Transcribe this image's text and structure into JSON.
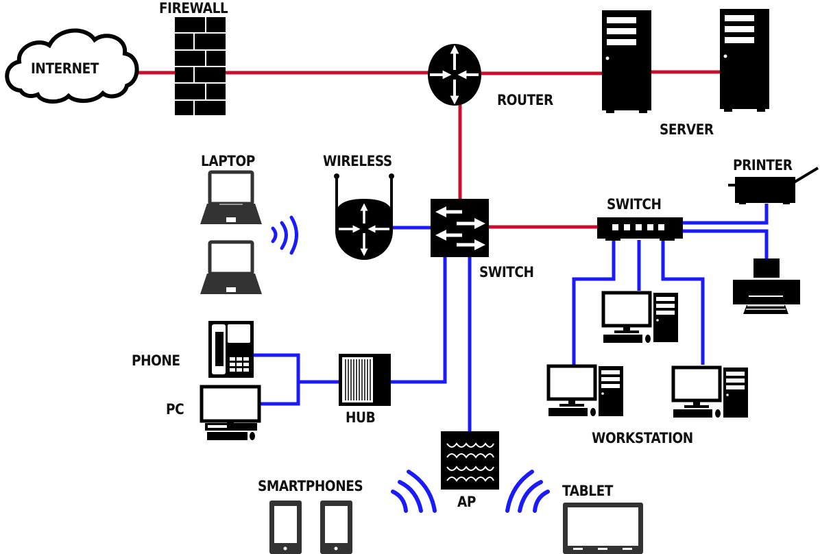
{
  "diagram": {
    "title": "Network Topology",
    "colors": {
      "wan_link": "#c8102e",
      "lan_link": "#1a1aff",
      "device": "#000000",
      "mobile_device": "#333333",
      "background": "#ffffff"
    },
    "labels": {
      "internet": "INTERNET",
      "firewall": "FIREWALL",
      "router": "ROUTER",
      "server": "SERVER",
      "laptop": "LAPTOP",
      "wireless": "WIRELESS",
      "core_switch": "SWITCH",
      "access_switch": "SWITCH",
      "printer": "PRINTER",
      "phone": "PHONE",
      "pc": "PC",
      "hub": "HUB",
      "workstation": "WORKSTATION",
      "smartphones": "SMARTPHONES",
      "ap": "AP",
      "tablet": "TABLET"
    },
    "nodes": [
      {
        "id": "internet",
        "type": "cloud-icon"
      },
      {
        "id": "firewall",
        "type": "firewall-icon"
      },
      {
        "id": "router",
        "type": "router-icon"
      },
      {
        "id": "server-1",
        "type": "server-icon"
      },
      {
        "id": "server-2",
        "type": "server-icon"
      },
      {
        "id": "core-switch",
        "type": "switch-icon"
      },
      {
        "id": "wireless-router",
        "type": "wireless-router-icon"
      },
      {
        "id": "laptop-1",
        "type": "laptop-icon"
      },
      {
        "id": "laptop-2",
        "type": "laptop-icon"
      },
      {
        "id": "access-switch",
        "type": "switch-icon"
      },
      {
        "id": "printer-1",
        "type": "printer-icon"
      },
      {
        "id": "printer-2",
        "type": "printer-icon"
      },
      {
        "id": "workstation-1",
        "type": "desktop-icon"
      },
      {
        "id": "workstation-2",
        "type": "desktop-icon"
      },
      {
        "id": "workstation-3",
        "type": "desktop-icon"
      },
      {
        "id": "phone",
        "type": "phone-icon"
      },
      {
        "id": "pc",
        "type": "desktop-icon"
      },
      {
        "id": "hub",
        "type": "hub-icon"
      },
      {
        "id": "ap",
        "type": "access-point-icon"
      },
      {
        "id": "smartphone-1",
        "type": "smartphone-icon"
      },
      {
        "id": "smartphone-2",
        "type": "smartphone-icon"
      },
      {
        "id": "tablet",
        "type": "tablet-icon"
      }
    ],
    "links": [
      {
        "from": "internet",
        "to": "firewall",
        "kind": "wan"
      },
      {
        "from": "firewall",
        "to": "router",
        "kind": "wan"
      },
      {
        "from": "router",
        "to": "server-1",
        "kind": "wan"
      },
      {
        "from": "server-1",
        "to": "server-2",
        "kind": "wan"
      },
      {
        "from": "router",
        "to": "core-switch",
        "kind": "wan"
      },
      {
        "from": "core-switch",
        "to": "access-switch",
        "kind": "wan"
      },
      {
        "from": "wireless-router",
        "to": "core-switch",
        "kind": "lan"
      },
      {
        "from": "core-switch",
        "to": "hub",
        "kind": "lan"
      },
      {
        "from": "core-switch",
        "to": "ap",
        "kind": "lan"
      },
      {
        "from": "hub",
        "to": "phone",
        "kind": "lan"
      },
      {
        "from": "hub",
        "to": "pc",
        "kind": "lan"
      },
      {
        "from": "access-switch",
        "to": "printer-1",
        "kind": "lan"
      },
      {
        "from": "access-switch",
        "to": "printer-2",
        "kind": "lan"
      },
      {
        "from": "access-switch",
        "to": "workstation-1",
        "kind": "lan"
      },
      {
        "from": "access-switch",
        "to": "workstation-2",
        "kind": "lan"
      },
      {
        "from": "access-switch",
        "to": "workstation-3",
        "kind": "lan"
      },
      {
        "from": "wireless-router",
        "to": "laptop-1",
        "kind": "wireless"
      },
      {
        "from": "wireless-router",
        "to": "laptop-2",
        "kind": "wireless"
      },
      {
        "from": "ap",
        "to": "smartphone-1",
        "kind": "wireless"
      },
      {
        "from": "ap",
        "to": "smartphone-2",
        "kind": "wireless"
      },
      {
        "from": "ap",
        "to": "tablet",
        "kind": "wireless"
      }
    ]
  }
}
